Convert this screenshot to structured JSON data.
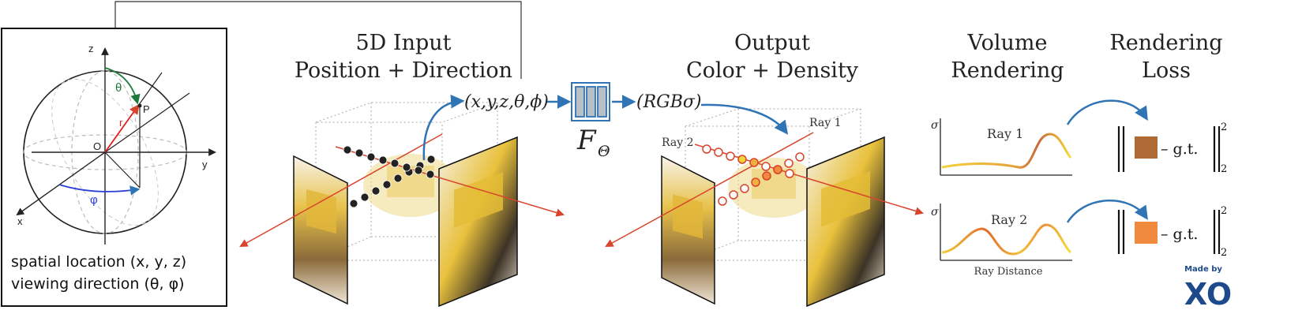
{
  "inset": {
    "axes": {
      "z": "z",
      "y": "y",
      "x": "x",
      "origin": "O",
      "point": "P",
      "radius": "r",
      "theta": "θ",
      "phi": "φ"
    },
    "caption_line1": "spatial location (x, y, z)",
    "caption_line2": "viewing direction (θ, φ)"
  },
  "sections": {
    "input": {
      "line1": "5D Input",
      "line2": "Position + Direction"
    },
    "output": {
      "line1": "Output",
      "line2": "Color + Density"
    },
    "volume_rendering": {
      "line1": "Volume",
      "line2": "Rendering"
    },
    "rendering_loss": {
      "line1": "Rendering",
      "line2": "Loss"
    }
  },
  "network": {
    "input_tuple": "(x,y,z,θ,ϕ)",
    "function_symbol": "F",
    "function_subscript": "Θ",
    "output_tuple": "(RGBσ)"
  },
  "rays": {
    "ray1": "Ray 1",
    "ray2": "Ray 2"
  },
  "plots": {
    "y_symbol": "σ",
    "top_label": "Ray 1",
    "bottom_label": "Ray 2",
    "x_axis_label": "Ray Distance"
  },
  "loss": {
    "gt_label": "– g.t.",
    "superscript": "2",
    "subscript": "2",
    "color_ray1": "#b06a35",
    "color_ray2": "#f08a3c"
  },
  "colors": {
    "network_box": "#b8bfc6",
    "arrow_blue": "#2f74b5",
    "ray_red": "#d9442c"
  },
  "watermark": {
    "top": "Made by",
    "bottom": "XO",
    "color": "#1e4a8c"
  }
}
